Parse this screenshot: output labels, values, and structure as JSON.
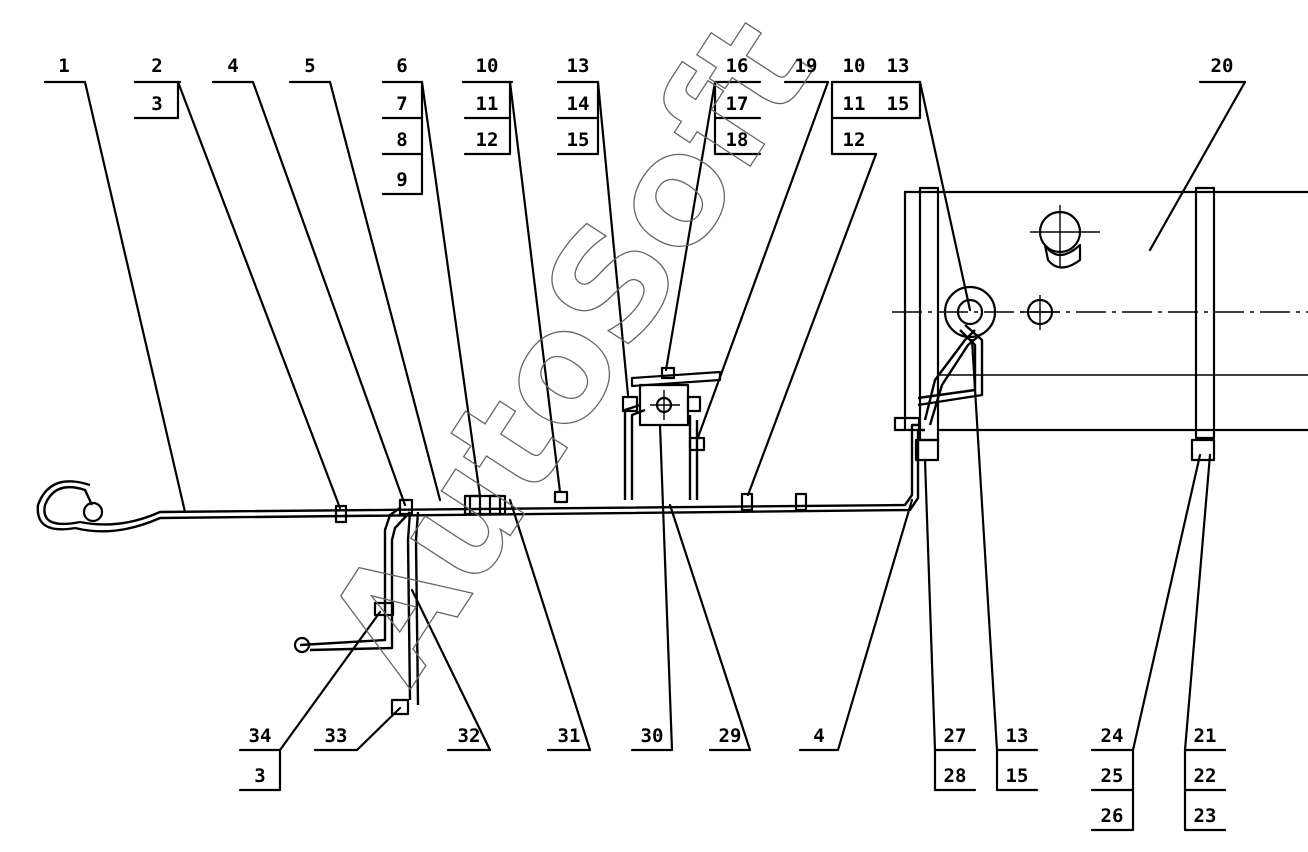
{
  "watermark": "AutoSoft",
  "labels": {
    "l1": "1",
    "l2": "2",
    "l3a": "3",
    "l4a": "4",
    "l5": "5",
    "l6": "6",
    "l7": "7",
    "l8": "8",
    "l9": "9",
    "l10a": "10",
    "l11a": "11",
    "l12a": "12",
    "l13a": "13",
    "l14": "14",
    "l15a": "15",
    "l16": "16",
    "l17": "17",
    "l18": "18",
    "l19": "19",
    "l10b": "10",
    "l11b": "11",
    "l12b": "12",
    "l13b": "13",
    "l15b": "15",
    "l20": "20",
    "l34": "34",
    "l3b": "3",
    "l33": "33",
    "l32": "32",
    "l31": "31",
    "l30": "30",
    "l29": "29",
    "l4b": "4",
    "l27": "27",
    "l28": "28",
    "l13c": "13",
    "l15c": "15",
    "l24": "24",
    "l25": "25",
    "l26": "26",
    "l21": "21",
    "l22": "22",
    "l23": "23"
  }
}
